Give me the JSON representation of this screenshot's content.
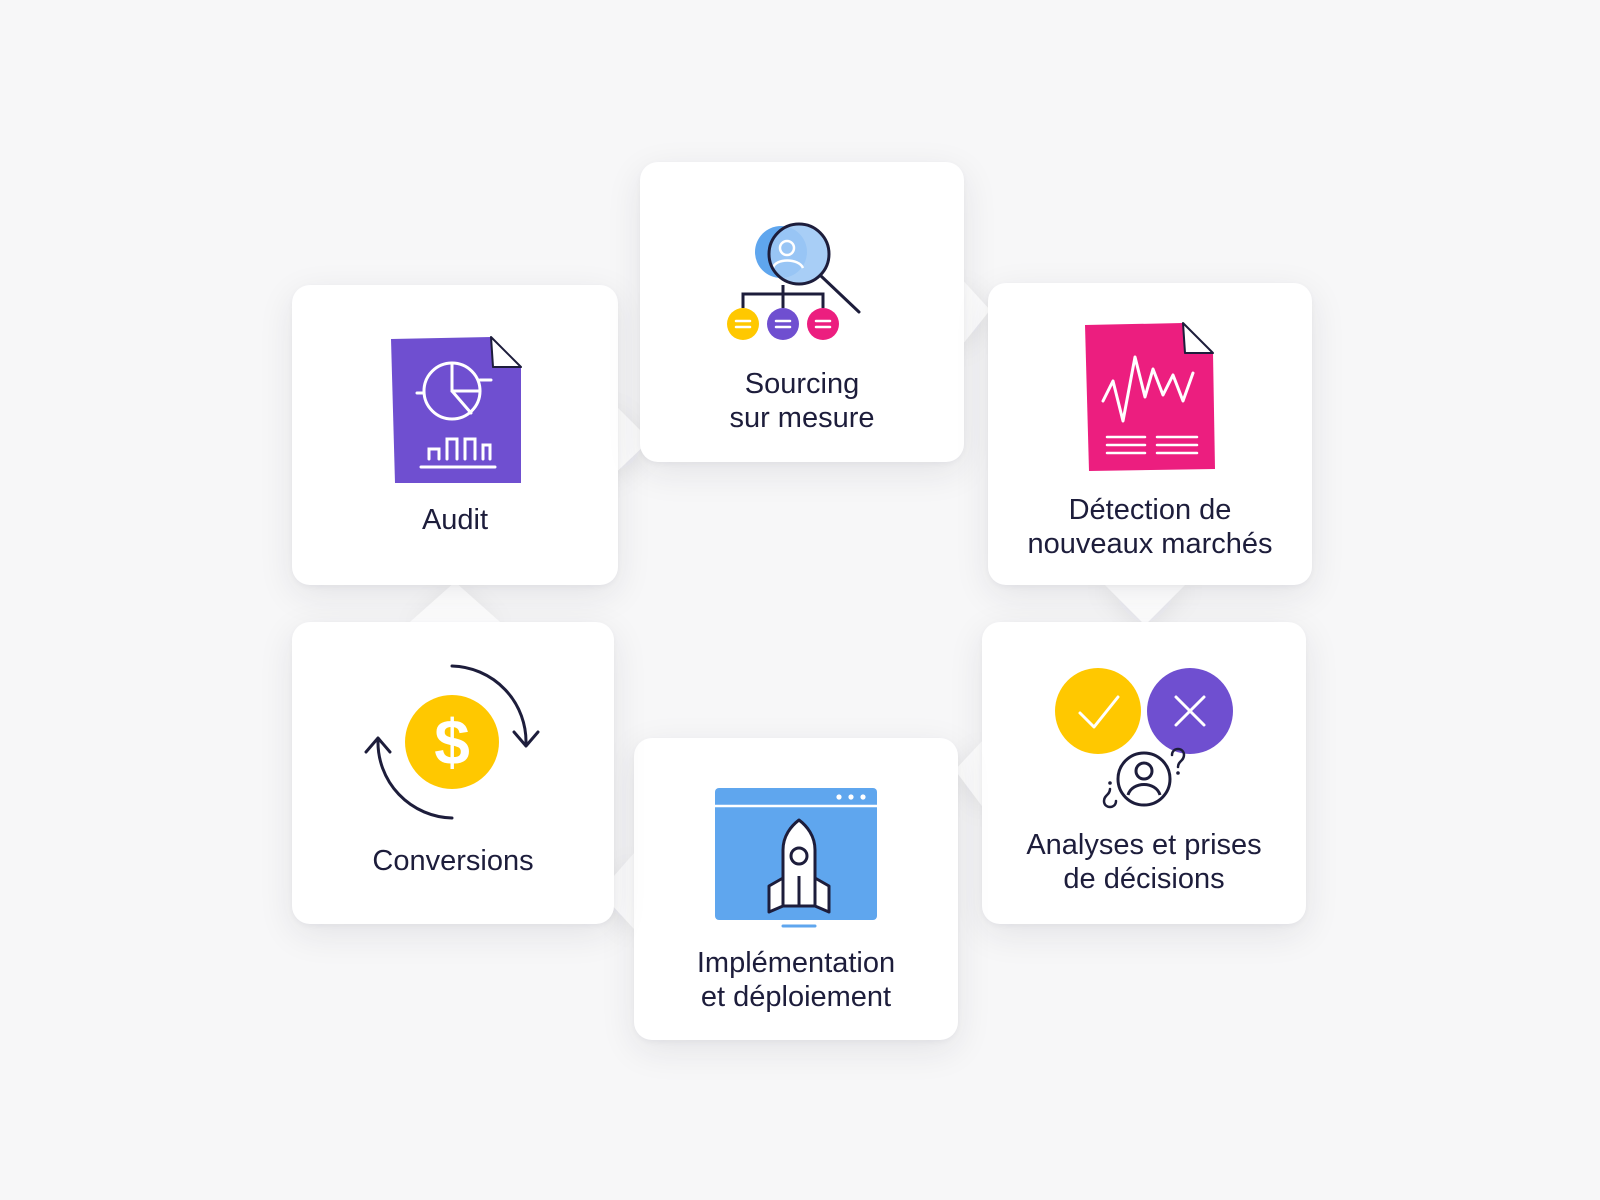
{
  "steps": [
    {
      "id": "audit",
      "lines": [
        "Audit"
      ],
      "icon": "audit-report-icon"
    },
    {
      "id": "sourcing",
      "lines": [
        "Sourcing",
        "sur mesure"
      ],
      "icon": "sourcing-search-icon"
    },
    {
      "id": "detection",
      "lines": [
        "Détection de",
        "nouveaux marchés"
      ],
      "icon": "market-chart-document-icon"
    },
    {
      "id": "analyses",
      "lines": [
        "Analyses et prises",
        "de décisions"
      ],
      "icon": "decision-check-cross-icon"
    },
    {
      "id": "implementation",
      "lines": [
        "Implémentation",
        "et déploiement"
      ],
      "icon": "rocket-launch-icon"
    },
    {
      "id": "conversions",
      "lines": [
        "Conversions"
      ],
      "icon": "dollar-exchange-icon"
    }
  ],
  "colors": {
    "purple": "#6f4fd0",
    "pink": "#ec1e7f",
    "yellow": "#ffc800",
    "blue": "#5fa6ee",
    "light_blue": "#9fc9f5",
    "navy": "#1d1d3b",
    "background": "#f7f7f8",
    "card": "#ffffff"
  }
}
